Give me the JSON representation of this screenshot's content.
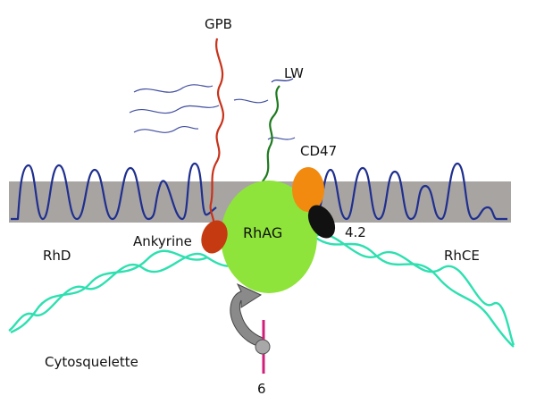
{
  "labels": {
    "gpb": "GPB",
    "lw": "LW",
    "cd47": "CD47",
    "rhag": "RhAG",
    "ankyrine": "Ankyrine",
    "protein42": "4.2",
    "rhd": "RhD",
    "rhce": "RhCE",
    "cytosquelette": "Cytosquelette",
    "six": "6"
  },
  "colors": {
    "membrane": "#a8a4a2",
    "rh_protein": "#1f2f8f",
    "rhag": "#8ee43a",
    "gpb": "#c8321a",
    "lw": "#1e7a1e",
    "cd47": "#f28a10",
    "ankyrine": "#c63a12",
    "protein42": "#111111",
    "cytoskeleton": "#2ee0b0",
    "arrow": "#8a8a8a",
    "marker": "#d0207a"
  }
}
